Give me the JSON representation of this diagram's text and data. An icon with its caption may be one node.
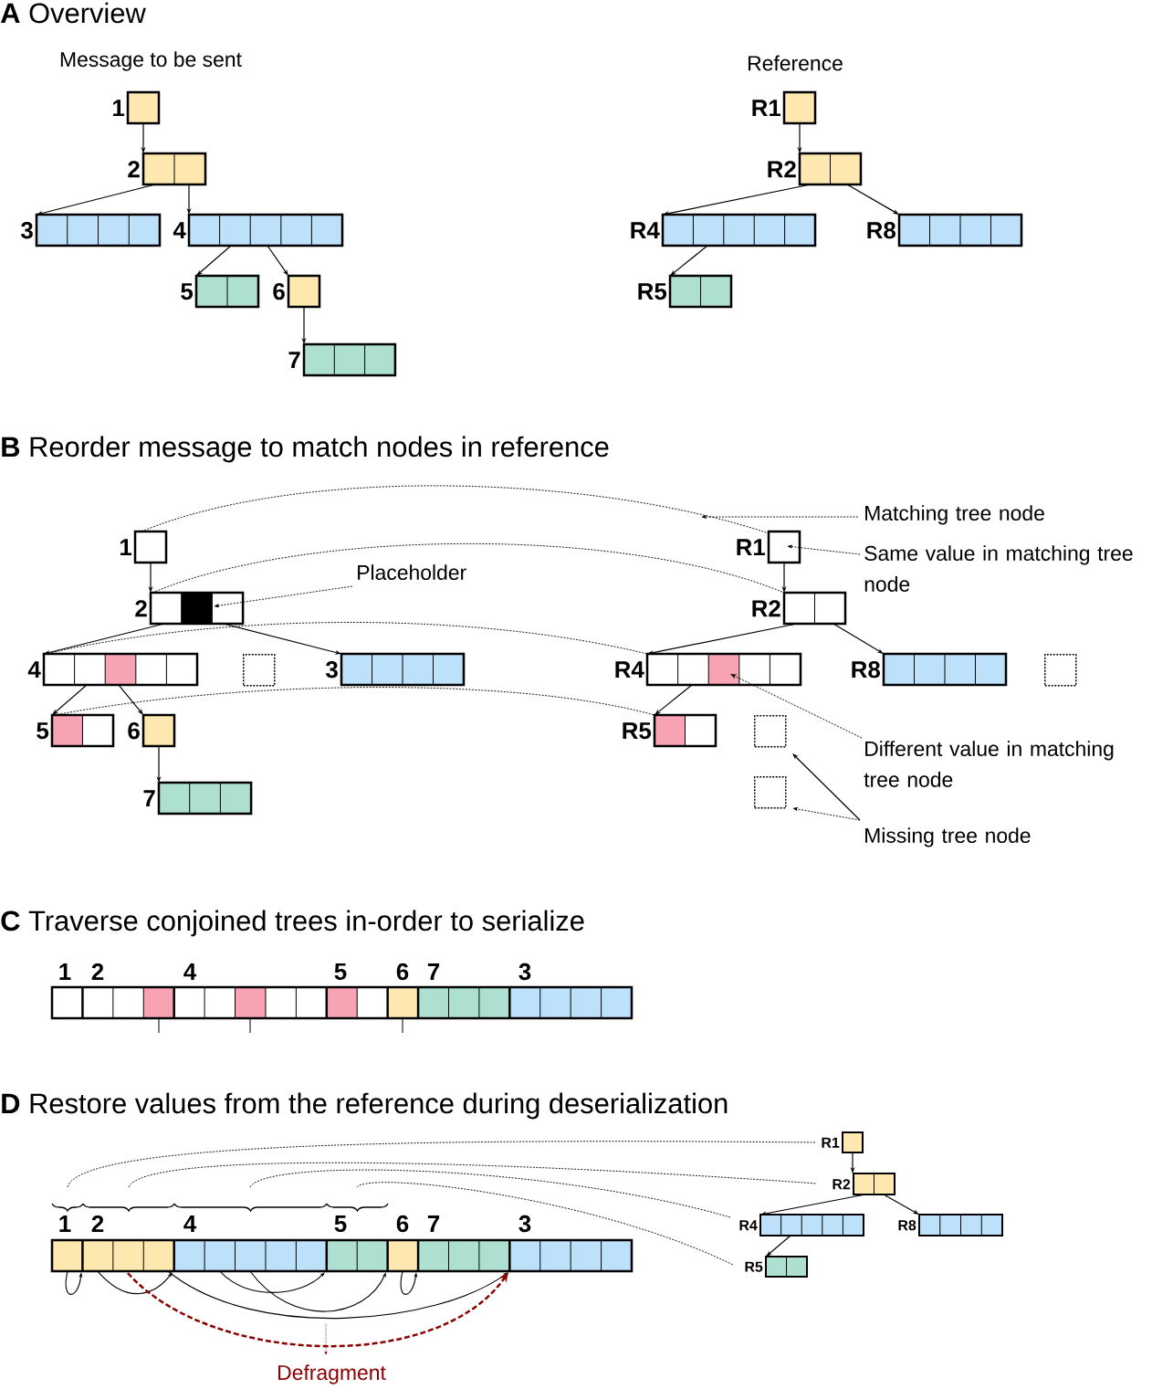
{
  "diagram": {
    "nodes": [
      {
        "text": [
          "1"
        ]
      },
      {
        "text": [
          "2"
        ]
      },
      {
        "text": [
          "3"
        ]
      },
      {
        "text": [
          "4"
        ]
      },
      {
        "text": [
          "5"
        ]
      },
      {
        "text": [
          "6"
        ]
      },
      {
        "text": [
          "7"
        ]
      },
      {
        "text": [
          "R1"
        ]
      },
      {
        "text": [
          "R2"
        ]
      },
      {
        "text": [
          "R4"
        ]
      },
      {
        "text": [
          "R8"
        ]
      },
      {
        "text": [
          "R5"
        ]
      },
      {
        "text": [
          "1"
        ]
      },
      {
        "text": [
          "2"
        ]
      },
      {
        "text": [
          "4"
        ]
      },
      {
        "text": [
          "3"
        ]
      },
      {
        "text": [
          "5"
        ]
      },
      {
        "text": [
          "6"
        ]
      },
      {
        "text": [
          "7"
        ]
      },
      {
        "text": [],
        "shape": "box"
      },
      {
        "text": [
          "R1"
        ]
      },
      {
        "text": [
          "R2"
        ]
      },
      {
        "text": [
          "R4"
        ]
      },
      {
        "text": [
          "R8"
        ]
      },
      {
        "text": [
          "R5"
        ]
      },
      {
        "text": [],
        "shape": "box"
      },
      {
        "text": [],
        "shape": "box"
      },
      {
        "text": [],
        "shape": "box"
      },
      {
        "text": [
          "Matching tree node"
        ]
      },
      {
        "text": [
          "Same value in matching tree node"
        ]
      },
      {
        "text": [
          "Placeholder"
        ]
      },
      {
        "text": [
          "Different value in matching tree node"
        ]
      },
      {
        "text": [
          "Missing tree node"
        ]
      },
      {
        "text": [
          "R1"
        ]
      },
      {
        "text": [
          "R2"
        ]
      },
      {
        "text": [
          "R4"
        ]
      },
      {
        "text": [
          "R8"
        ]
      },
      {
        "text": [
          "R5"
        ]
      }
    ],
    "edges": [
      {
        "from": 0,
        "to": 1,
        "arrow": "to"
      },
      {
        "from": 1,
        "to": 2,
        "arrow": "to"
      },
      {
        "from": 1,
        "to": 3,
        "arrow": "to"
      },
      {
        "from": 3,
        "to": 4,
        "arrow": "to"
      },
      {
        "from": 3,
        "to": 5,
        "arrow": "to"
      },
      {
        "from": 5,
        "to": 6,
        "arrow": "to"
      },
      {
        "from": 7,
        "to": 8,
        "arrow": "to"
      },
      {
        "from": 8,
        "to": 9,
        "arrow": "to"
      },
      {
        "from": 8,
        "to": 10,
        "arrow": "to"
      },
      {
        "from": 9,
        "to": 11,
        "arrow": "to"
      },
      {
        "from": 12,
        "to": 13,
        "arrow": "to"
      },
      {
        "from": 13,
        "to": 14,
        "arrow": "to"
      },
      {
        "from": 13,
        "to": 15,
        "arrow": "to"
      },
      {
        "from": 14,
        "to": 16,
        "arrow": "to"
      },
      {
        "from": 14,
        "to": 17,
        "arrow": "to"
      },
      {
        "from": 17,
        "to": 18,
        "arrow": "to"
      },
      {
        "from": 20,
        "to": 21,
        "arrow": "to"
      },
      {
        "from": 21,
        "to": 22,
        "arrow": "to"
      },
      {
        "from": 21,
        "to": 23,
        "arrow": "to"
      },
      {
        "from": 22,
        "to": 24,
        "arrow": "to"
      },
      {
        "from": 12,
        "to": 20,
        "arrow": "none",
        "style": "dashed"
      },
      {
        "from": 13,
        "to": 21,
        "arrow": "none",
        "style": "dashed"
      },
      {
        "from": 14,
        "to": 22,
        "arrow": "none",
        "style": "dashed"
      },
      {
        "from": 16,
        "to": 24,
        "arrow": "none",
        "style": "dashed"
      },
      {
        "from": 28,
        "to": null,
        "arrow": "to",
        "style": "dashed"
      },
      {
        "from": 29,
        "to": 20,
        "arrow": "to",
        "style": "dashed"
      },
      {
        "from": 30,
        "to": 13,
        "arrow": "to",
        "style": "dashed"
      },
      {
        "from": 31,
        "to": 22,
        "arrow": "to",
        "style": "dashed"
      },
      {
        "from": 32,
        "to": 26,
        "arrow": "to"
      },
      {
        "from": 32,
        "to": 27,
        "arrow": "to",
        "style": "dashed"
      },
      {
        "from": 33,
        "to": 34,
        "arrow": "to"
      },
      {
        "from": 34,
        "to": 35,
        "arrow": "to"
      },
      {
        "from": 34,
        "to": 36,
        "arrow": "to"
      },
      {
        "from": 35,
        "to": 37,
        "arrow": "to"
      },
      {
        "from": null,
        "to": 33,
        "arrow": "none",
        "style": "dashed"
      },
      {
        "from": null,
        "to": 34,
        "arrow": "none",
        "style": "dashed"
      },
      {
        "from": null,
        "to": 35,
        "arrow": "none",
        "style": "dashed"
      },
      {
        "from": null,
        "to": 37,
        "arrow": "none",
        "style": "dashed"
      }
    ],
    "labels": [
      "**A** Overview",
      "Message to be sent",
      "Reference",
      "**B** Reorder message to match nodes in reference",
      "**C** Traverse conjoined trees in-order to serialize",
      "1",
      "2",
      "4",
      "5",
      "6",
      "7",
      "3",
      "**D** Restore values from the reference during deserialization",
      "1",
      "2",
      "4",
      "5",
      "6",
      "7",
      "3",
      "Defragment"
    ]
  }
}
